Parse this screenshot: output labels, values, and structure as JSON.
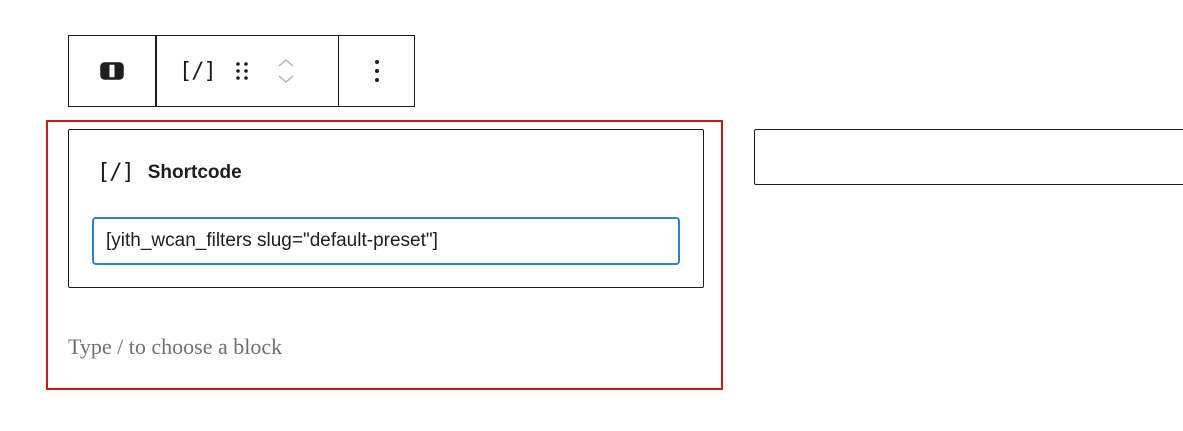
{
  "toolbar": {
    "parent_icon": "columns-icon",
    "block_icon_text": "[/]",
    "drag_icon": "drag-handle-icon",
    "move_up_icon": "chevron-up-icon",
    "move_down_icon": "chevron-down-icon",
    "more_icon": "more-vertical-icon"
  },
  "shortcode_block": {
    "icon_text": "[/]",
    "title": "Shortcode",
    "value": "[yith_wcan_filters slug=\"default-preset\"]"
  },
  "appender": {
    "placeholder": "Type / to choose a block"
  },
  "colors": {
    "selected_outline": "#cc1818",
    "input_focus": "#2f83c9",
    "border": "#1e1e1e",
    "placeholder_text": "#707070"
  }
}
